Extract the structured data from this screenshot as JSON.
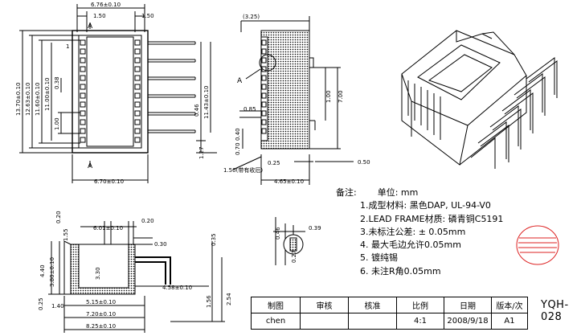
{
  "dims": {
    "top_width": "6.76±0.10",
    "pitch_left": "1.50",
    "pitch_right": "1.50",
    "overall_height": "13.70±0.10",
    "height_b": "12.63±0.10",
    "height_c": "11.60±0.10",
    "height_d": "11.00±0.10",
    "pin_gap": "0.38",
    "pin_pitch": "1.00",
    "lead_offset": "0.46",
    "lead_len": "11.43±0.10",
    "lead_bot": "1.27",
    "bottom_width": "6.70±0.10",
    "side_top": "(3.25)",
    "side_085": "0.85",
    "side_100": "1.00",
    "side_700": "7.00",
    "side_040": "0.40",
    "side_070": "0.70",
    "side_025": "0.25",
    "side_050": "0.50",
    "side_465": "4.65±0.10",
    "side_note": "1.50(带有收厄)",
    "section_width": "6.01±0.10",
    "sec_020a": "0.20",
    "sec_020b": "0.20",
    "sec_030": "0.30",
    "sec_035": "0.35",
    "sec_155": "1.55",
    "sec_440": "4.40",
    "sec_380": "3.80±0.10",
    "sec_330": "3.30",
    "sec_458": "4.58±0.10",
    "sec_025": "0.25",
    "sec_140": "1.40",
    "sec_515": "5.15±0.10",
    "sec_720": "7.20±0.10",
    "sec_825": "8.25±0.10",
    "sec_156": "1.56",
    "sec_254": "2.54",
    "detail_046": "0.46",
    "detail_039": "0.39",
    "detail_027": "0.27"
  },
  "labels": {
    "a_top": "A",
    "a_bottom": "A",
    "a_side": "A",
    "pin_label": "1"
  },
  "notes": {
    "title": "备注:",
    "unit": "单位: mm",
    "items": [
      "1.成型材料:  黑色DAP, UL-94-V0",
      "2.LEAD FRAME材质:   磷青铜C5191",
      "3.未标注公差:   ±  0.05mm",
      "4.  最大毛边允许0.05mm",
      "5.  镀纯锡",
      "6.  未注R角0.05mm"
    ]
  },
  "title_block": {
    "headers": [
      "制图",
      "审核",
      "核准",
      "比例",
      "日期",
      "版本/次"
    ],
    "values": [
      "chen",
      "",
      "",
      "4:1",
      "2008/9/18",
      "A1"
    ],
    "drawing_no": "YQH-028"
  }
}
